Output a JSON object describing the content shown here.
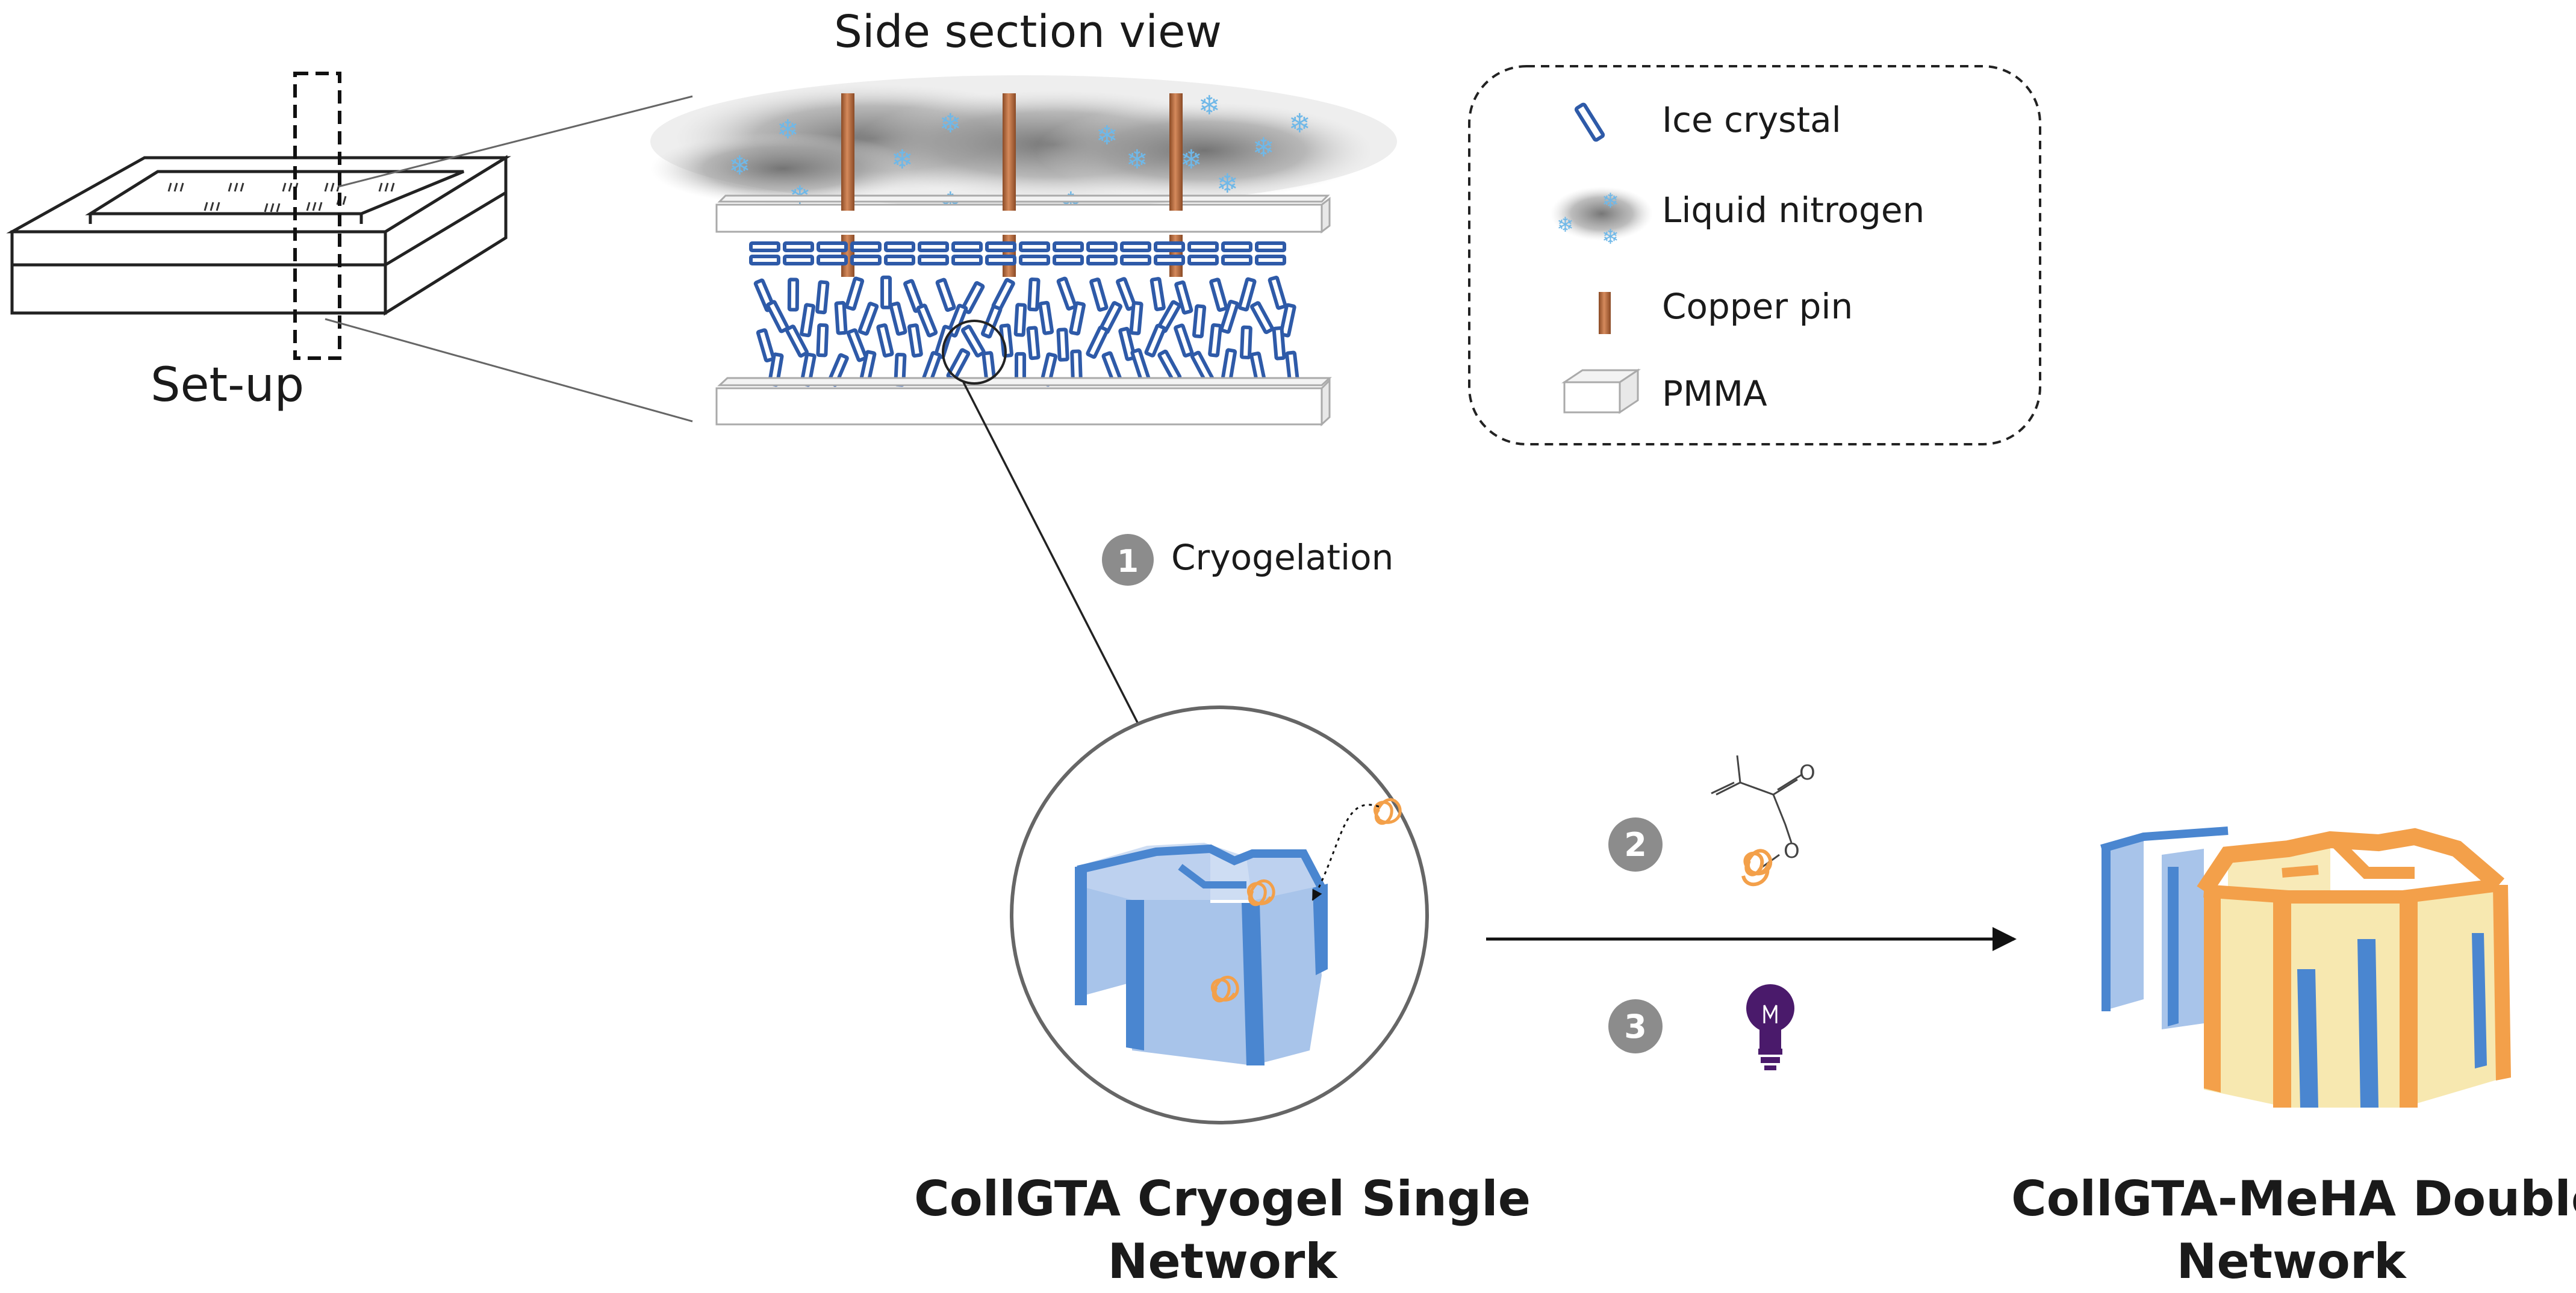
{
  "title": "Side section view",
  "setup_label": "Set-up",
  "legend": {
    "items": [
      {
        "icon": "ice-crystal-icon",
        "label": "Ice crystal"
      },
      {
        "icon": "liquid-nitrogen-icon",
        "label": "Liquid nitrogen"
      },
      {
        "icon": "copper-pin-icon",
        "label": "Copper pin"
      },
      {
        "icon": "pmma-block-icon",
        "label": "PMMA"
      }
    ]
  },
  "steps": [
    {
      "number": "1",
      "label": "Cryogelation"
    },
    {
      "number": "2",
      "label": ""
    },
    {
      "number": "3",
      "label": ""
    }
  ],
  "products": {
    "single": {
      "line1": "CollGTA Cryogel Single",
      "line2": "Network"
    },
    "double": {
      "line1": "CollGTA-MeHA Double",
      "line2": "Network"
    }
  },
  "molecule": {
    "carbonyl_o": "O",
    "ester_o": "O"
  },
  "colors": {
    "ice_blue": "#2e5aa8",
    "collagen_blue": "#4a86d0",
    "collagen_light": "#a8c4ea",
    "meha_orange": "#f3a04a",
    "meha_light": "#f7e8b0",
    "copper": "#b8693f",
    "step_badge": "#8c8c8c",
    "bulb": "#4a1a6b"
  }
}
